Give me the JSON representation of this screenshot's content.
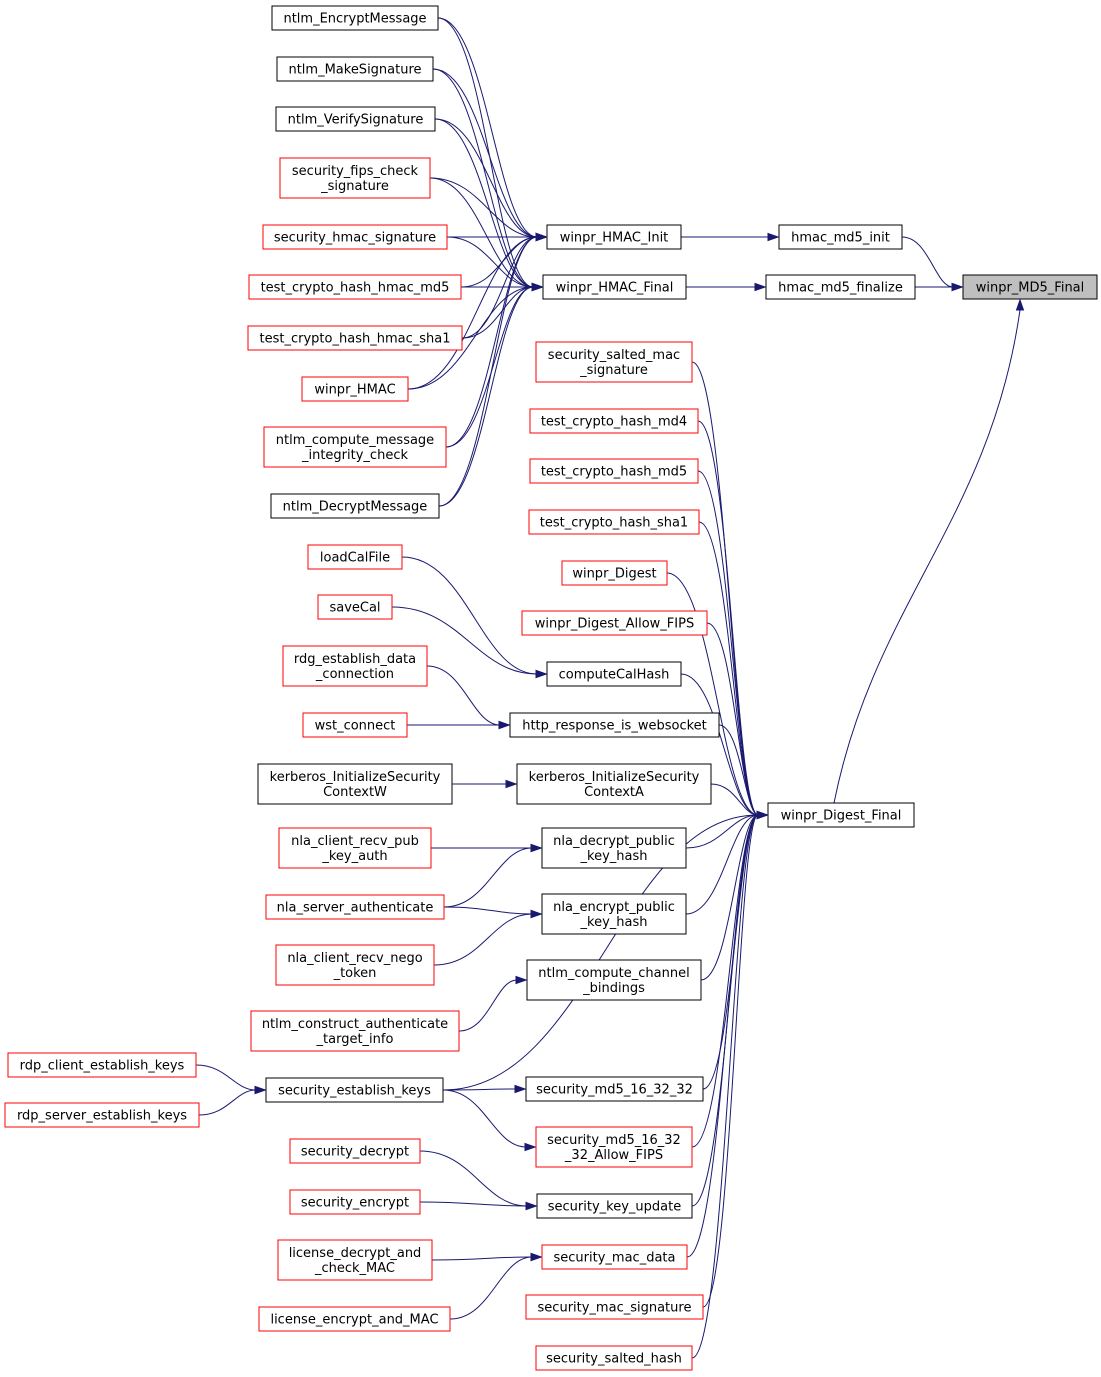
{
  "colors": {
    "edge": "#191970",
    "border_documented": "#000000",
    "border_undocumented": "#ff0000",
    "root_fill": "#bfbfbf",
    "node_fill": "#ffffff"
  },
  "nodes": [
    {
      "id": "md5_final",
      "lines": [
        "winpr_MD5_Final"
      ],
      "kind": "root"
    },
    {
      "id": "hmac_md5_init",
      "lines": [
        "hmac_md5_init"
      ],
      "kind": "documented"
    },
    {
      "id": "hmac_md5_finalize",
      "lines": [
        "hmac_md5_finalize"
      ],
      "kind": "documented"
    },
    {
      "id": "digest_final",
      "lines": [
        "winpr_Digest_Final"
      ],
      "kind": "documented"
    },
    {
      "id": "hmac_init",
      "lines": [
        "winpr_HMAC_Init"
      ],
      "kind": "documented"
    },
    {
      "id": "hmac_final",
      "lines": [
        "winpr_HMAC_Final"
      ],
      "kind": "documented"
    },
    {
      "id": "ntlm_encrypt",
      "lines": [
        "ntlm_EncryptMessage"
      ],
      "kind": "documented"
    },
    {
      "id": "ntlm_makesig",
      "lines": [
        "ntlm_MakeSignature"
      ],
      "kind": "documented"
    },
    {
      "id": "ntlm_verifysig",
      "lines": [
        "ntlm_VerifySignature"
      ],
      "kind": "documented"
    },
    {
      "id": "sec_fips_check",
      "lines": [
        "security_fips_check",
        "_signature"
      ],
      "kind": "undocumented"
    },
    {
      "id": "sec_hmac_sig",
      "lines": [
        "security_hmac_signature"
      ],
      "kind": "undocumented"
    },
    {
      "id": "test_hmac_md5",
      "lines": [
        "test_crypto_hash_hmac_md5"
      ],
      "kind": "undocumented"
    },
    {
      "id": "test_hmac_sha1",
      "lines": [
        "test_crypto_hash_hmac_sha1"
      ],
      "kind": "undocumented"
    },
    {
      "id": "winpr_hmac",
      "lines": [
        "winpr_HMAC"
      ],
      "kind": "undocumented"
    },
    {
      "id": "ntlm_compute_mic",
      "lines": [
        "ntlm_compute_message",
        "_integrity_check"
      ],
      "kind": "undocumented"
    },
    {
      "id": "ntlm_decrypt",
      "lines": [
        "ntlm_DecryptMessage"
      ],
      "kind": "documented"
    },
    {
      "id": "sec_salted_mac",
      "lines": [
        "security_salted_mac",
        "_signature"
      ],
      "kind": "undocumented"
    },
    {
      "id": "test_md4",
      "lines": [
        "test_crypto_hash_md4"
      ],
      "kind": "undocumented"
    },
    {
      "id": "test_md5",
      "lines": [
        "test_crypto_hash_md5"
      ],
      "kind": "undocumented"
    },
    {
      "id": "test_sha1",
      "lines": [
        "test_crypto_hash_sha1"
      ],
      "kind": "undocumented"
    },
    {
      "id": "winpr_digest",
      "lines": [
        "winpr_Digest"
      ],
      "kind": "undocumented"
    },
    {
      "id": "winpr_digest_fips",
      "lines": [
        "winpr_Digest_Allow_FIPS"
      ],
      "kind": "undocumented"
    },
    {
      "id": "compute_cal_hash",
      "lines": [
        "computeCalHash"
      ],
      "kind": "documented"
    },
    {
      "id": "load_cal",
      "lines": [
        "loadCalFile"
      ],
      "kind": "undocumented"
    },
    {
      "id": "save_cal",
      "lines": [
        "saveCal"
      ],
      "kind": "undocumented"
    },
    {
      "id": "rdg_establish",
      "lines": [
        "rdg_establish_data",
        "_connection"
      ],
      "kind": "undocumented"
    },
    {
      "id": "http_ws",
      "lines": [
        "http_response_is_websocket"
      ],
      "kind": "documented"
    },
    {
      "id": "wst_connect",
      "lines": [
        "wst_connect"
      ],
      "kind": "undocumented"
    },
    {
      "id": "kerb_w",
      "lines": [
        "kerberos_InitializeSecurity",
        "ContextW"
      ],
      "kind": "documented"
    },
    {
      "id": "kerb_a",
      "lines": [
        "kerberos_InitializeSecurity",
        "ContextA"
      ],
      "kind": "documented"
    },
    {
      "id": "nla_dec",
      "lines": [
        "nla_decrypt_public",
        "_key_hash"
      ],
      "kind": "documented"
    },
    {
      "id": "nla_recv_pub",
      "lines": [
        "nla_client_recv_pub",
        "_key_auth"
      ],
      "kind": "undocumented"
    },
    {
      "id": "nla_server_auth",
      "lines": [
        "nla_server_authenticate"
      ],
      "kind": "undocumented"
    },
    {
      "id": "nla_enc",
      "lines": [
        "nla_encrypt_public",
        "_key_hash"
      ],
      "kind": "documented"
    },
    {
      "id": "nla_recv_nego",
      "lines": [
        "nla_client_recv_nego",
        "_token"
      ],
      "kind": "undocumented"
    },
    {
      "id": "ntlm_channel",
      "lines": [
        "ntlm_compute_channel",
        "_bindings"
      ],
      "kind": "documented"
    },
    {
      "id": "ntlm_construct",
      "lines": [
        "ntlm_construct_authenticate",
        "_target_info"
      ],
      "kind": "undocumented"
    },
    {
      "id": "rdp_client_keys",
      "lines": [
        "rdp_client_establish_keys"
      ],
      "kind": "undocumented"
    },
    {
      "id": "sec_est_keys",
      "lines": [
        "security_establish_keys"
      ],
      "kind": "documented"
    },
    {
      "id": "rdp_server_keys",
      "lines": [
        "rdp_server_establish_keys"
      ],
      "kind": "undocumented"
    },
    {
      "id": "sec_md5_16",
      "lines": [
        "security_md5_16_32_32"
      ],
      "kind": "documented"
    },
    {
      "id": "sec_md5_16_fips",
      "lines": [
        "security_md5_16_32",
        "_32_Allow_FIPS"
      ],
      "kind": "undocumented"
    },
    {
      "id": "sec_decrypt",
      "lines": [
        "security_decrypt"
      ],
      "kind": "undocumented"
    },
    {
      "id": "sec_key_update",
      "lines": [
        "security_key_update"
      ],
      "kind": "documented"
    },
    {
      "id": "sec_encrypt",
      "lines": [
        "security_encrypt"
      ],
      "kind": "undocumented"
    },
    {
      "id": "lic_decrypt",
      "lines": [
        "license_decrypt_and",
        "_check_MAC"
      ],
      "kind": "undocumented"
    },
    {
      "id": "sec_mac_data",
      "lines": [
        "security_mac_data"
      ],
      "kind": "undocumented"
    },
    {
      "id": "lic_encrypt",
      "lines": [
        "license_encrypt_and_MAC"
      ],
      "kind": "undocumented"
    },
    {
      "id": "sec_mac_sig",
      "lines": [
        "security_mac_signature"
      ],
      "kind": "undocumented"
    },
    {
      "id": "sec_salted_hash",
      "lines": [
        "security_salted_hash"
      ],
      "kind": "undocumented"
    }
  ],
  "edges": [
    [
      "hmac_md5_init",
      "md5_final"
    ],
    [
      "hmac_md5_finalize",
      "md5_final"
    ],
    [
      "digest_final",
      "md5_final"
    ],
    [
      "hmac_init",
      "hmac_md5_init"
    ],
    [
      "hmac_final",
      "hmac_md5_finalize"
    ],
    [
      "ntlm_encrypt",
      "hmac_init"
    ],
    [
      "ntlm_encrypt",
      "hmac_final"
    ],
    [
      "ntlm_makesig",
      "hmac_init"
    ],
    [
      "ntlm_makesig",
      "hmac_final"
    ],
    [
      "ntlm_verifysig",
      "hmac_init"
    ],
    [
      "ntlm_verifysig",
      "hmac_final"
    ],
    [
      "sec_fips_check",
      "hmac_init"
    ],
    [
      "sec_fips_check",
      "hmac_final"
    ],
    [
      "sec_hmac_sig",
      "hmac_init"
    ],
    [
      "sec_hmac_sig",
      "hmac_final"
    ],
    [
      "test_hmac_md5",
      "hmac_init"
    ],
    [
      "test_hmac_md5",
      "hmac_final"
    ],
    [
      "test_hmac_sha1",
      "hmac_init"
    ],
    [
      "test_hmac_sha1",
      "hmac_final"
    ],
    [
      "winpr_hmac",
      "hmac_init"
    ],
    [
      "winpr_hmac",
      "hmac_final"
    ],
    [
      "ntlm_compute_mic",
      "hmac_init"
    ],
    [
      "ntlm_compute_mic",
      "hmac_final"
    ],
    [
      "ntlm_decrypt",
      "hmac_init"
    ],
    [
      "ntlm_decrypt",
      "hmac_final"
    ],
    [
      "sec_salted_mac",
      "digest_final"
    ],
    [
      "test_md4",
      "digest_final"
    ],
    [
      "test_md5",
      "digest_final"
    ],
    [
      "test_sha1",
      "digest_final"
    ],
    [
      "winpr_digest",
      "digest_final"
    ],
    [
      "winpr_digest_fips",
      "digest_final"
    ],
    [
      "compute_cal_hash",
      "digest_final"
    ],
    [
      "load_cal",
      "compute_cal_hash"
    ],
    [
      "save_cal",
      "compute_cal_hash"
    ],
    [
      "http_ws",
      "digest_final"
    ],
    [
      "rdg_establish",
      "http_ws"
    ],
    [
      "wst_connect",
      "http_ws"
    ],
    [
      "kerb_a",
      "digest_final"
    ],
    [
      "kerb_w",
      "kerb_a"
    ],
    [
      "nla_dec",
      "digest_final"
    ],
    [
      "nla_recv_pub",
      "nla_dec"
    ],
    [
      "nla_server_auth",
      "nla_dec"
    ],
    [
      "nla_enc",
      "digest_final"
    ],
    [
      "nla_server_auth",
      "nla_enc"
    ],
    [
      "nla_recv_nego",
      "nla_enc"
    ],
    [
      "ntlm_channel",
      "digest_final"
    ],
    [
      "ntlm_construct",
      "ntlm_channel"
    ],
    [
      "sec_est_keys",
      "digest_final"
    ],
    [
      "rdp_client_keys",
      "sec_est_keys"
    ],
    [
      "rdp_server_keys",
      "sec_est_keys"
    ],
    [
      "sec_md5_16",
      "digest_final"
    ],
    [
      "sec_est_keys",
      "sec_md5_16"
    ],
    [
      "sec_md5_16_fips",
      "digest_final"
    ],
    [
      "sec_est_keys",
      "sec_md5_16_fips"
    ],
    [
      "sec_key_update",
      "digest_final"
    ],
    [
      "sec_decrypt",
      "sec_key_update"
    ],
    [
      "sec_encrypt",
      "sec_key_update"
    ],
    [
      "sec_mac_data",
      "digest_final"
    ],
    [
      "lic_decrypt",
      "sec_mac_data"
    ],
    [
      "lic_encrypt",
      "sec_mac_data"
    ],
    [
      "sec_mac_sig",
      "digest_final"
    ],
    [
      "sec_salted_hash",
      "digest_final"
    ]
  ]
}
